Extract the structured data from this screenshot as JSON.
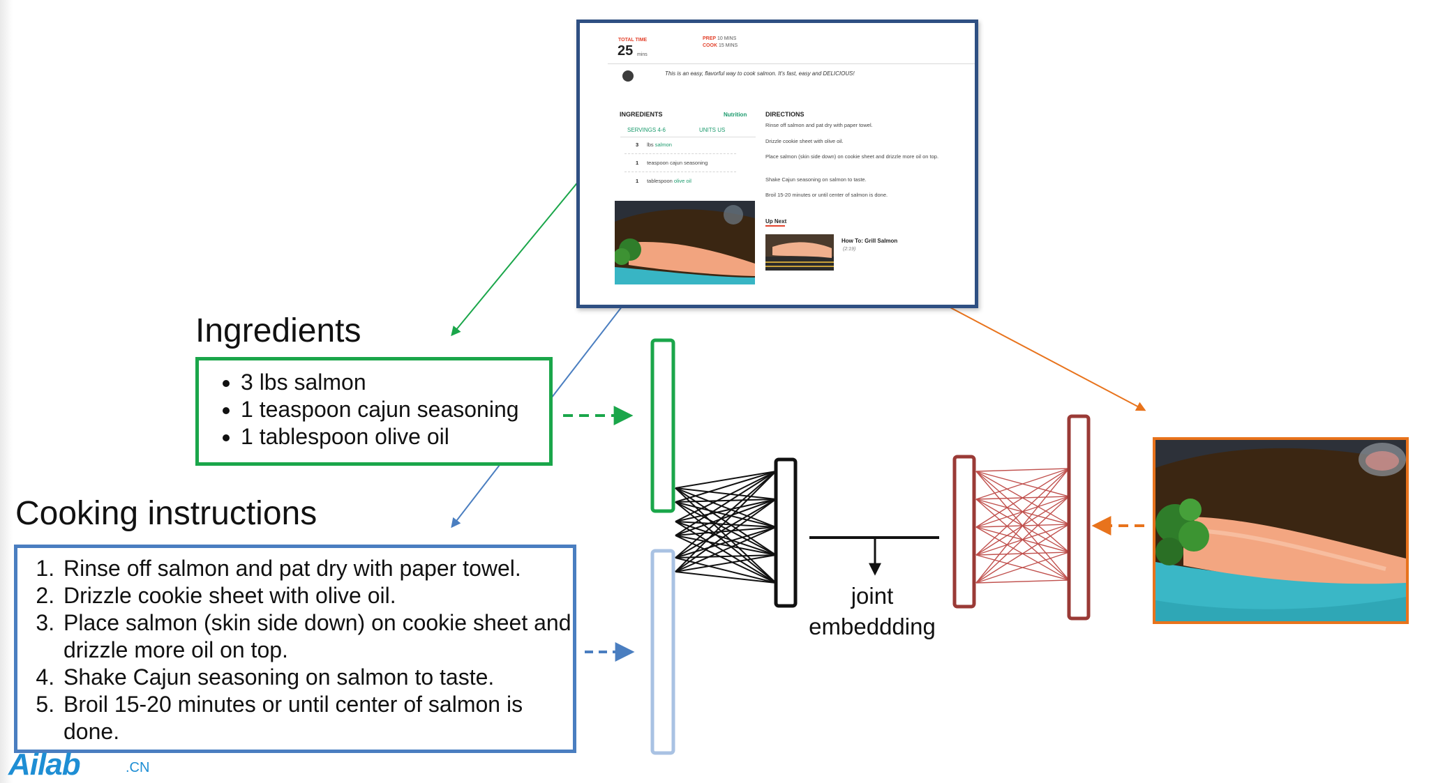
{
  "recipe_card": {
    "total_time_label": "TOTAL TIME",
    "total_time_value": "25",
    "total_time_unit": "mins",
    "prep_label": "PREP",
    "prep_value": "10 MINS",
    "cook_label": "COOK",
    "cook_value": "15 MINS",
    "description": "This is an easy, flavorful way to cook salmon. It's fast, easy and DELICIOUS!",
    "ingredients_heading": "INGREDIENTS",
    "nutrition_link": "Nutrition",
    "servings_tab": "SERVINGS 4-6",
    "units_tab": "UNITS US",
    "ingredients": [
      {
        "qty": "3",
        "unit": "lbs",
        "item": "salmon"
      },
      {
        "qty": "1",
        "unit": "teaspoon",
        "item": "cajun seasoning"
      },
      {
        "qty": "1",
        "unit": "tablespoon",
        "item": "olive oil"
      }
    ],
    "directions_heading": "DIRECTIONS",
    "directions": [
      "Rinse off salmon and pat dry with paper towel.",
      "Drizzle cookie sheet with olive oil.",
      "Place salmon (skin side down) on cookie sheet and drizzle more oil on top.",
      "Shake Cajun seasoning on salmon to taste.",
      "Broil 15-20 minutes or until center of salmon is done."
    ],
    "up_next_label": "Up Next",
    "video_title": "How To: Grill Salmon",
    "video_duration": "(2:19)"
  },
  "ingredients_section": {
    "title": "Ingredients",
    "items": [
      "3 lbs salmon",
      "1 teaspoon cajun seasoning",
      "1 tablespoon olive oil"
    ]
  },
  "instructions_section": {
    "title": "Cooking instructions",
    "steps": [
      "Rinse off salmon and pat dry with paper towel.",
      "Drizzle cookie sheet with olive oil.",
      "Place salmon (skin side down) on cookie sheet and drizzle more oil on top.",
      "Shake Cajun seasoning on salmon to taste.",
      "Broil 15-20 minutes or until center of salmon is done."
    ]
  },
  "embedding": {
    "line1": "joint",
    "line2": "embeddding"
  },
  "logo": {
    "text": "Ailab",
    "suffix": ".CN"
  },
  "colors": {
    "ingredients_green": "#1aa64a",
    "instructions_blue": "#4a7ec0",
    "instructions_light_blue": "#a9c2e3",
    "image_orange": "#e8731c",
    "image_net_red": "#9a3a36",
    "recipe_frame": "#2e4f82"
  }
}
